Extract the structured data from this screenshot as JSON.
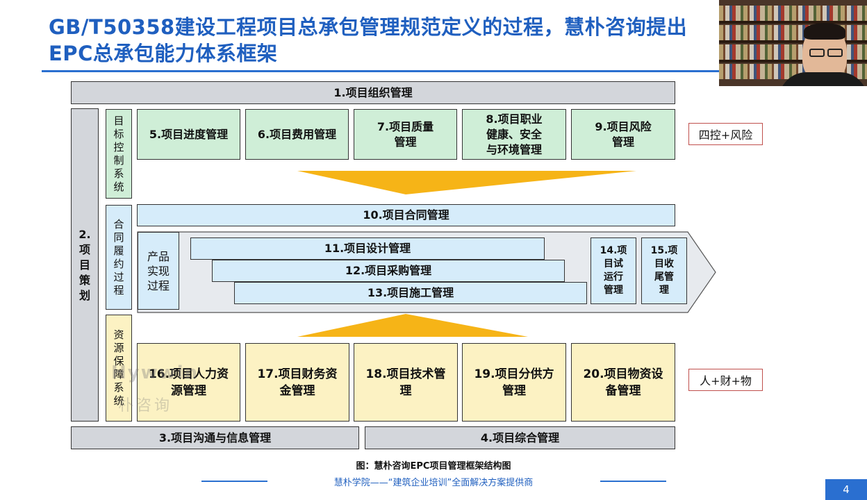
{
  "title": "GB/T50358建设工程项目总承包管理规范定义的过程，慧朴咨询提出EPC总承包能力体系框架",
  "boxes": {
    "b1": "1.项目组织管理",
    "b2": "2.\n项\n目\n策\n划",
    "b3": "3.项目沟通与信息管理",
    "b4": "4.项目综合管理",
    "b5": "5.项目进度管理",
    "b6": "6.项目费用管理",
    "b7": "7.项目质量\n管理",
    "b8": "8.项目职业\n健康、安全\n与环境管理",
    "b9": "9.项目风险\n管理",
    "b10": "10.项目合同管理",
    "b11": "11.项目设计管理",
    "b12": "12.项目采购管理",
    "b13": "13.项目施工管理",
    "b14": "14.项\n目试\n运行\n管理",
    "b15": "15.项\n目收\n尾管\n理",
    "b16": "16.项目人力资\n源管理",
    "b17": "17.项目财务资\n金管理",
    "b18": "18.项目技术管\n理",
    "b19": "19.项目分供方\n管理",
    "b20": "20.项目物资设\n备管理"
  },
  "groups": {
    "target": "目\n标\n控\n制\n系\n统",
    "contract": "合\n同\n履\n约\n过\n程",
    "product": "产品\n实现\n过程",
    "resource": "资\n源\n保\n障\n系\n统"
  },
  "notes": {
    "top": "四控+风险",
    "bottom": "人+财+物"
  },
  "watermark": {
    "line1": "Hywwin",
    "line2": "朴咨询"
  },
  "caption": "图：慧朴咨询EPC项目管理框架结构图",
  "footer": "慧朴学院——“建筑企业培训”全面解决方案提供商",
  "page_number": "4",
  "colors": {
    "title": "#1f5fbf",
    "grey": "#d3d6db",
    "green": "#cfeed7",
    "blue": "#d6ecfa",
    "yellow": "#fcf2c3",
    "arrow": "#f6b417",
    "note_border": "#c0504d"
  }
}
